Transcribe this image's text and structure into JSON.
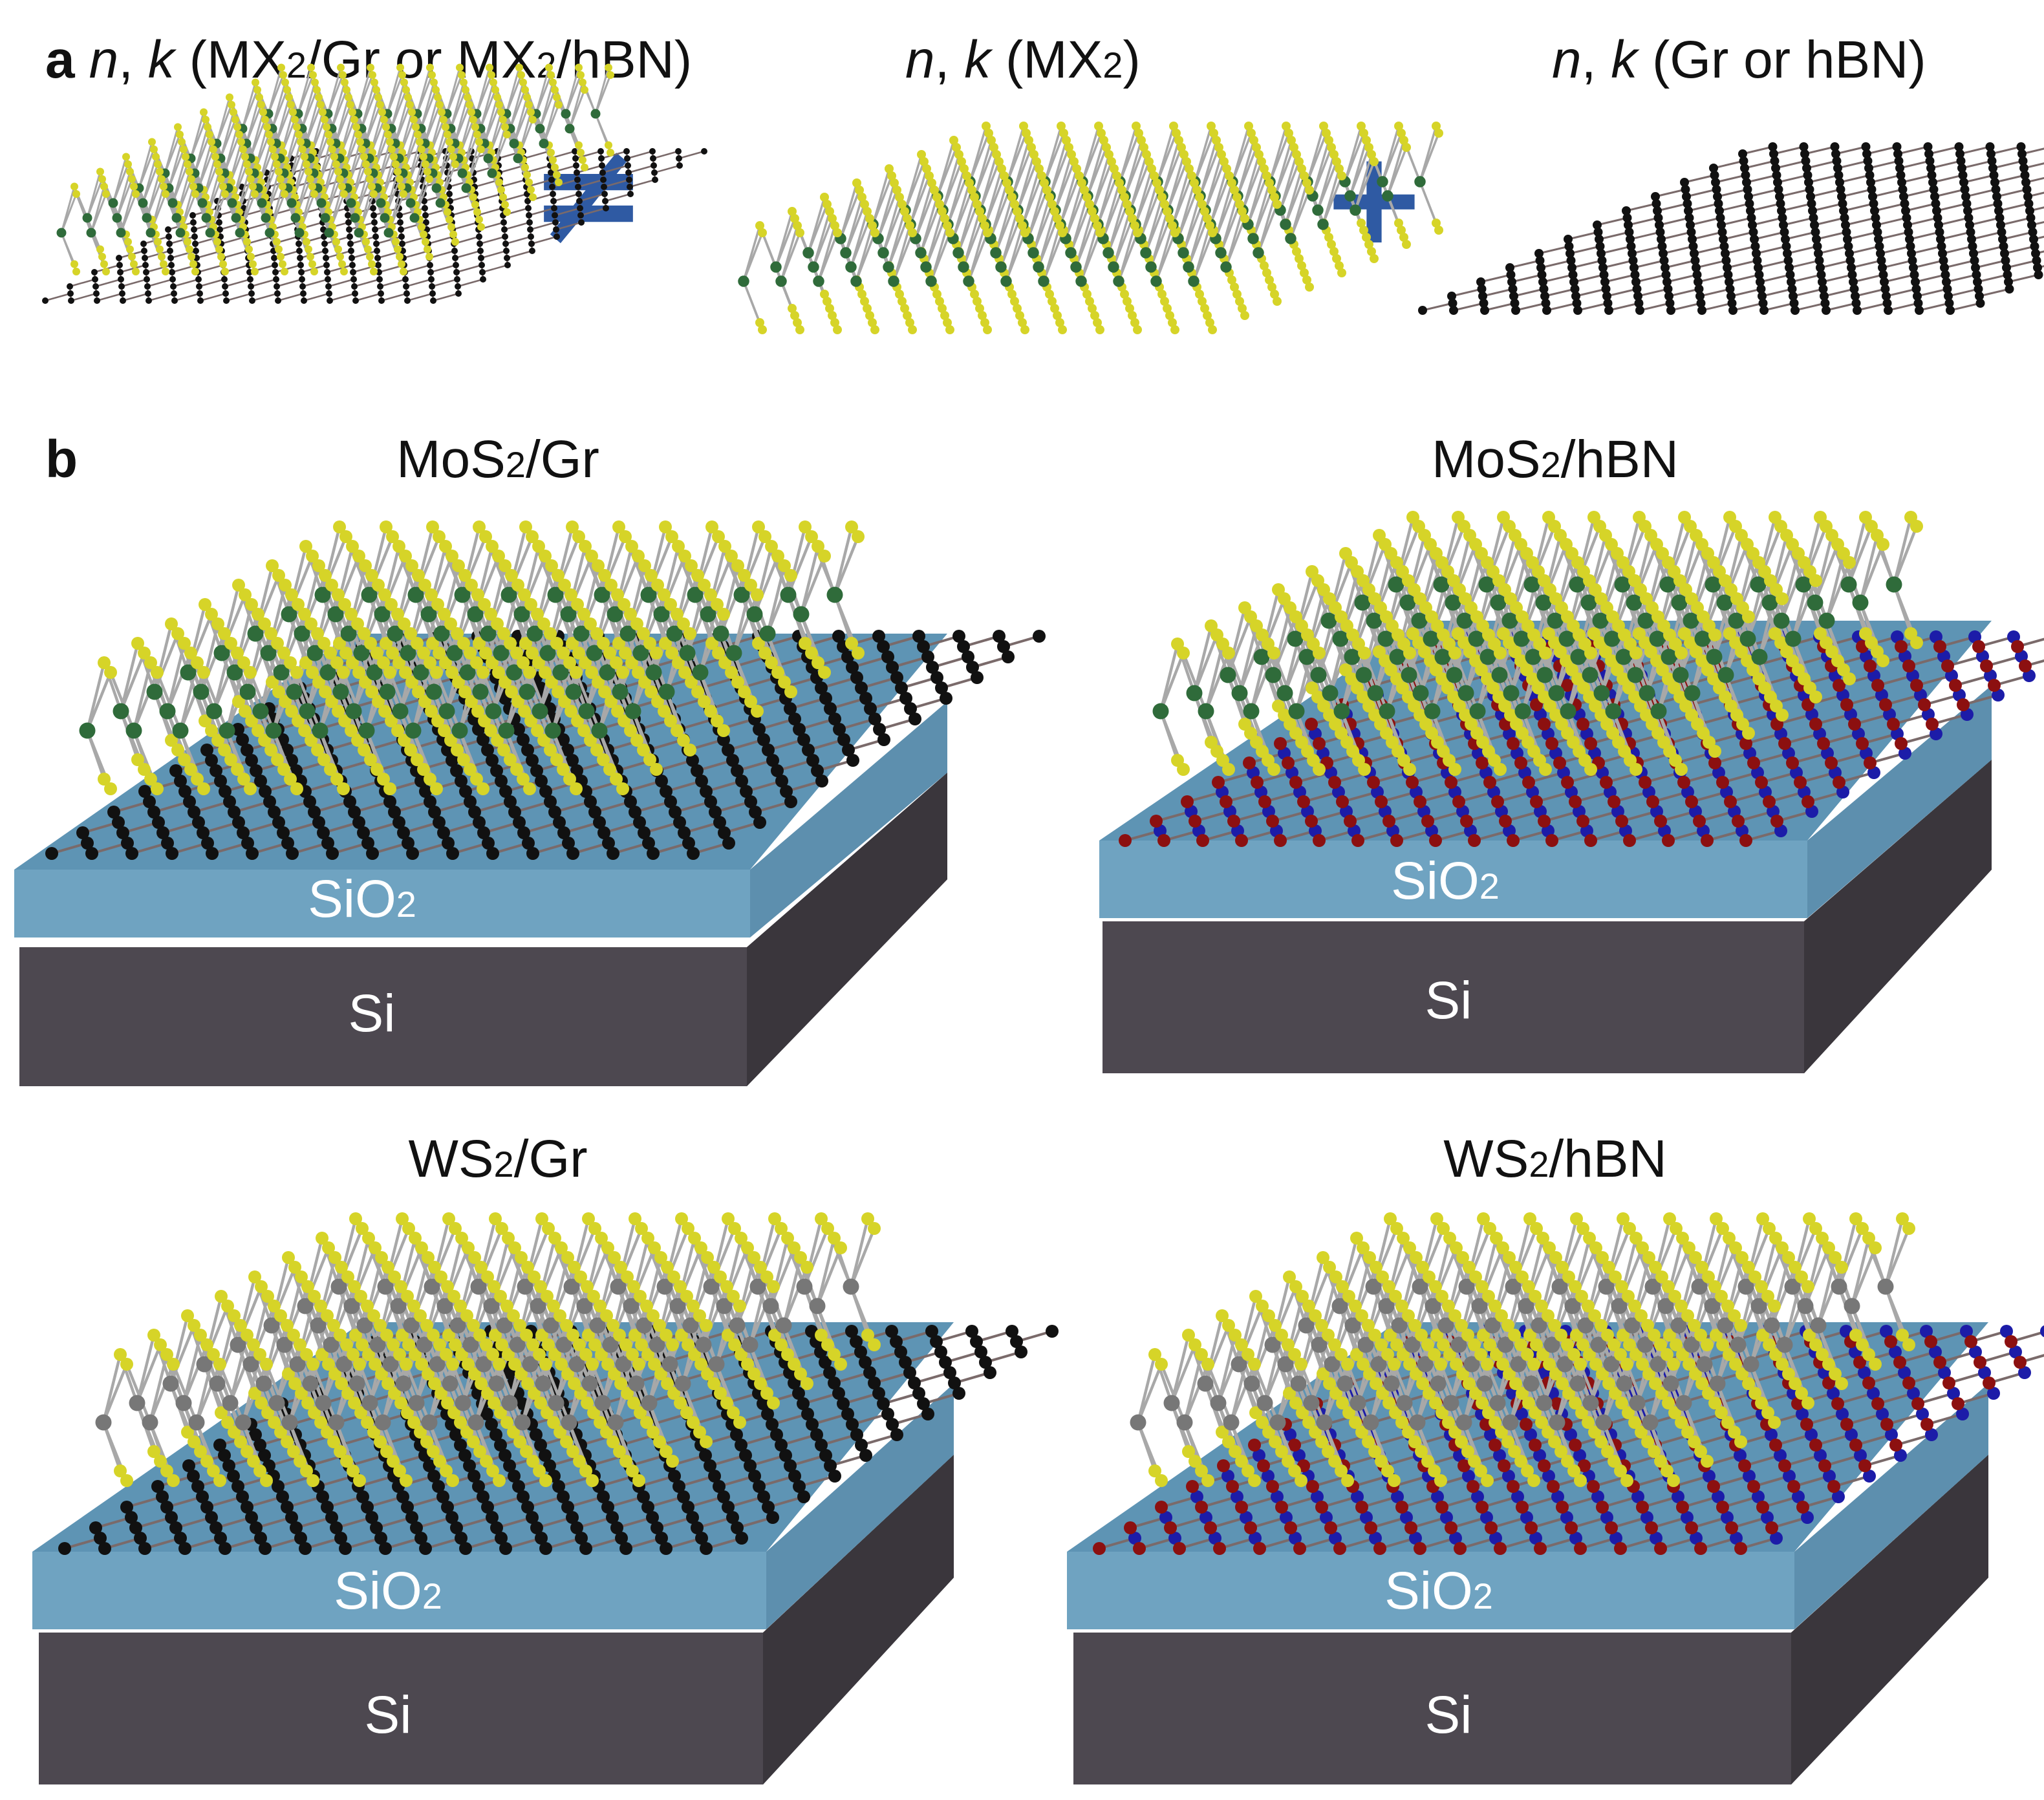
{
  "panel_a": {
    "letter": "a",
    "heterostructure_label": {
      "n": "n",
      "sep": ", ",
      "k": "k",
      "open": " (MX",
      "sub": "2",
      "mid": "/Gr or MX",
      "sub2": "2",
      "close": "/hBN)"
    },
    "mx2_label": {
      "n": "n",
      "sep": ", ",
      "k": "k",
      "open": " (MX",
      "sub": "2",
      "close": ")"
    },
    "substrate_label": {
      "n": "n",
      "sep": ", ",
      "k": "k",
      "rest": " (Gr or hBN)"
    },
    "not_equal_symbol": "≠",
    "plus_symbol": "+"
  },
  "panel_b": {
    "letter": "b",
    "samples": [
      {
        "title_pre": "MoS",
        "title_sub": "2",
        "title_post": "/Gr",
        "metal_color": "#2f6b3a",
        "substrate": "graphene"
      },
      {
        "title_pre": "MoS",
        "title_sub": "2",
        "title_post": "/hBN",
        "metal_color": "#2f6b3a",
        "substrate": "hbn"
      },
      {
        "title_pre": "WS",
        "title_sub": "2",
        "title_post": "/Gr",
        "metal_color": "#777777",
        "substrate": "graphene"
      },
      {
        "title_pre": "WS",
        "title_sub": "2",
        "title_post": "/hBN",
        "metal_color": "#777777",
        "substrate": "hbn"
      }
    ],
    "oxide_label": {
      "pre": "SiO",
      "sub": "2"
    },
    "silicon_label": "Si"
  },
  "colors": {
    "chalcogen": "#d6d428",
    "bond": "#a8a8a8",
    "carbon": "#111111",
    "boron": "#1c1ca8",
    "nitrogen": "#8c1010",
    "oxide_top": "#5e94b4",
    "oxide_side": "#6fa3c1",
    "silicon_side": "#4d4850",
    "silicon_right": "#3a363c",
    "symbol": "#2f5aa3"
  }
}
